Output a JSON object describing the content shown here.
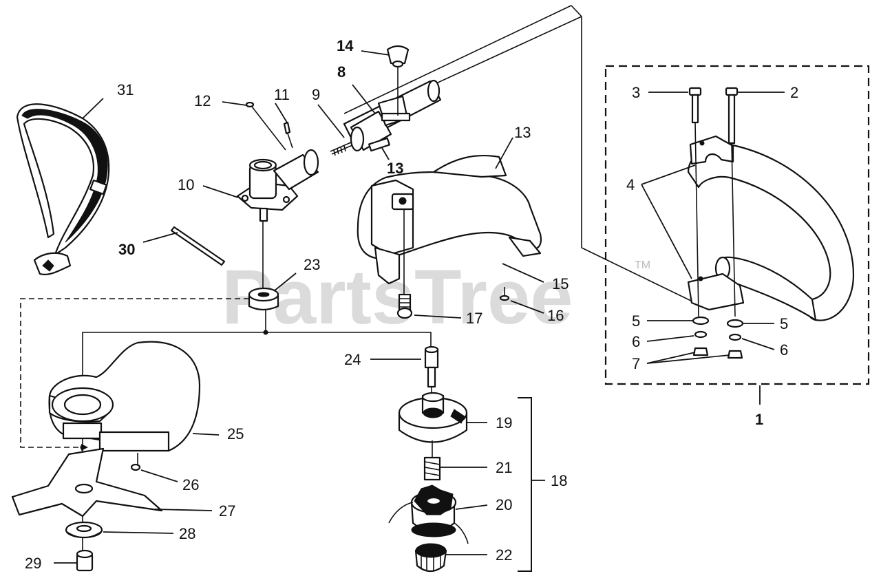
{
  "watermark": {
    "text": "PartsTree",
    "trademark": "TM"
  },
  "callouts": {
    "c1": "1",
    "c2": "2",
    "c3": "3",
    "c4": "4",
    "c5a": "5",
    "c5b": "5",
    "c6a": "6",
    "c6b": "6",
    "c7": "7",
    "c8": "8",
    "c9": "9",
    "c10": "10",
    "c11": "11",
    "c12": "12",
    "c13a": "13",
    "c13b": "13",
    "c14": "14",
    "c15": "15",
    "c16": "16",
    "c17": "17",
    "c18": "18",
    "c19": "19",
    "c20": "20",
    "c21": "21",
    "c22": "22",
    "c23": "23",
    "c24": "24",
    "c25": "25",
    "c26": "26",
    "c27": "27",
    "c28": "28",
    "c29": "29",
    "c30": "30",
    "c31": "31"
  }
}
